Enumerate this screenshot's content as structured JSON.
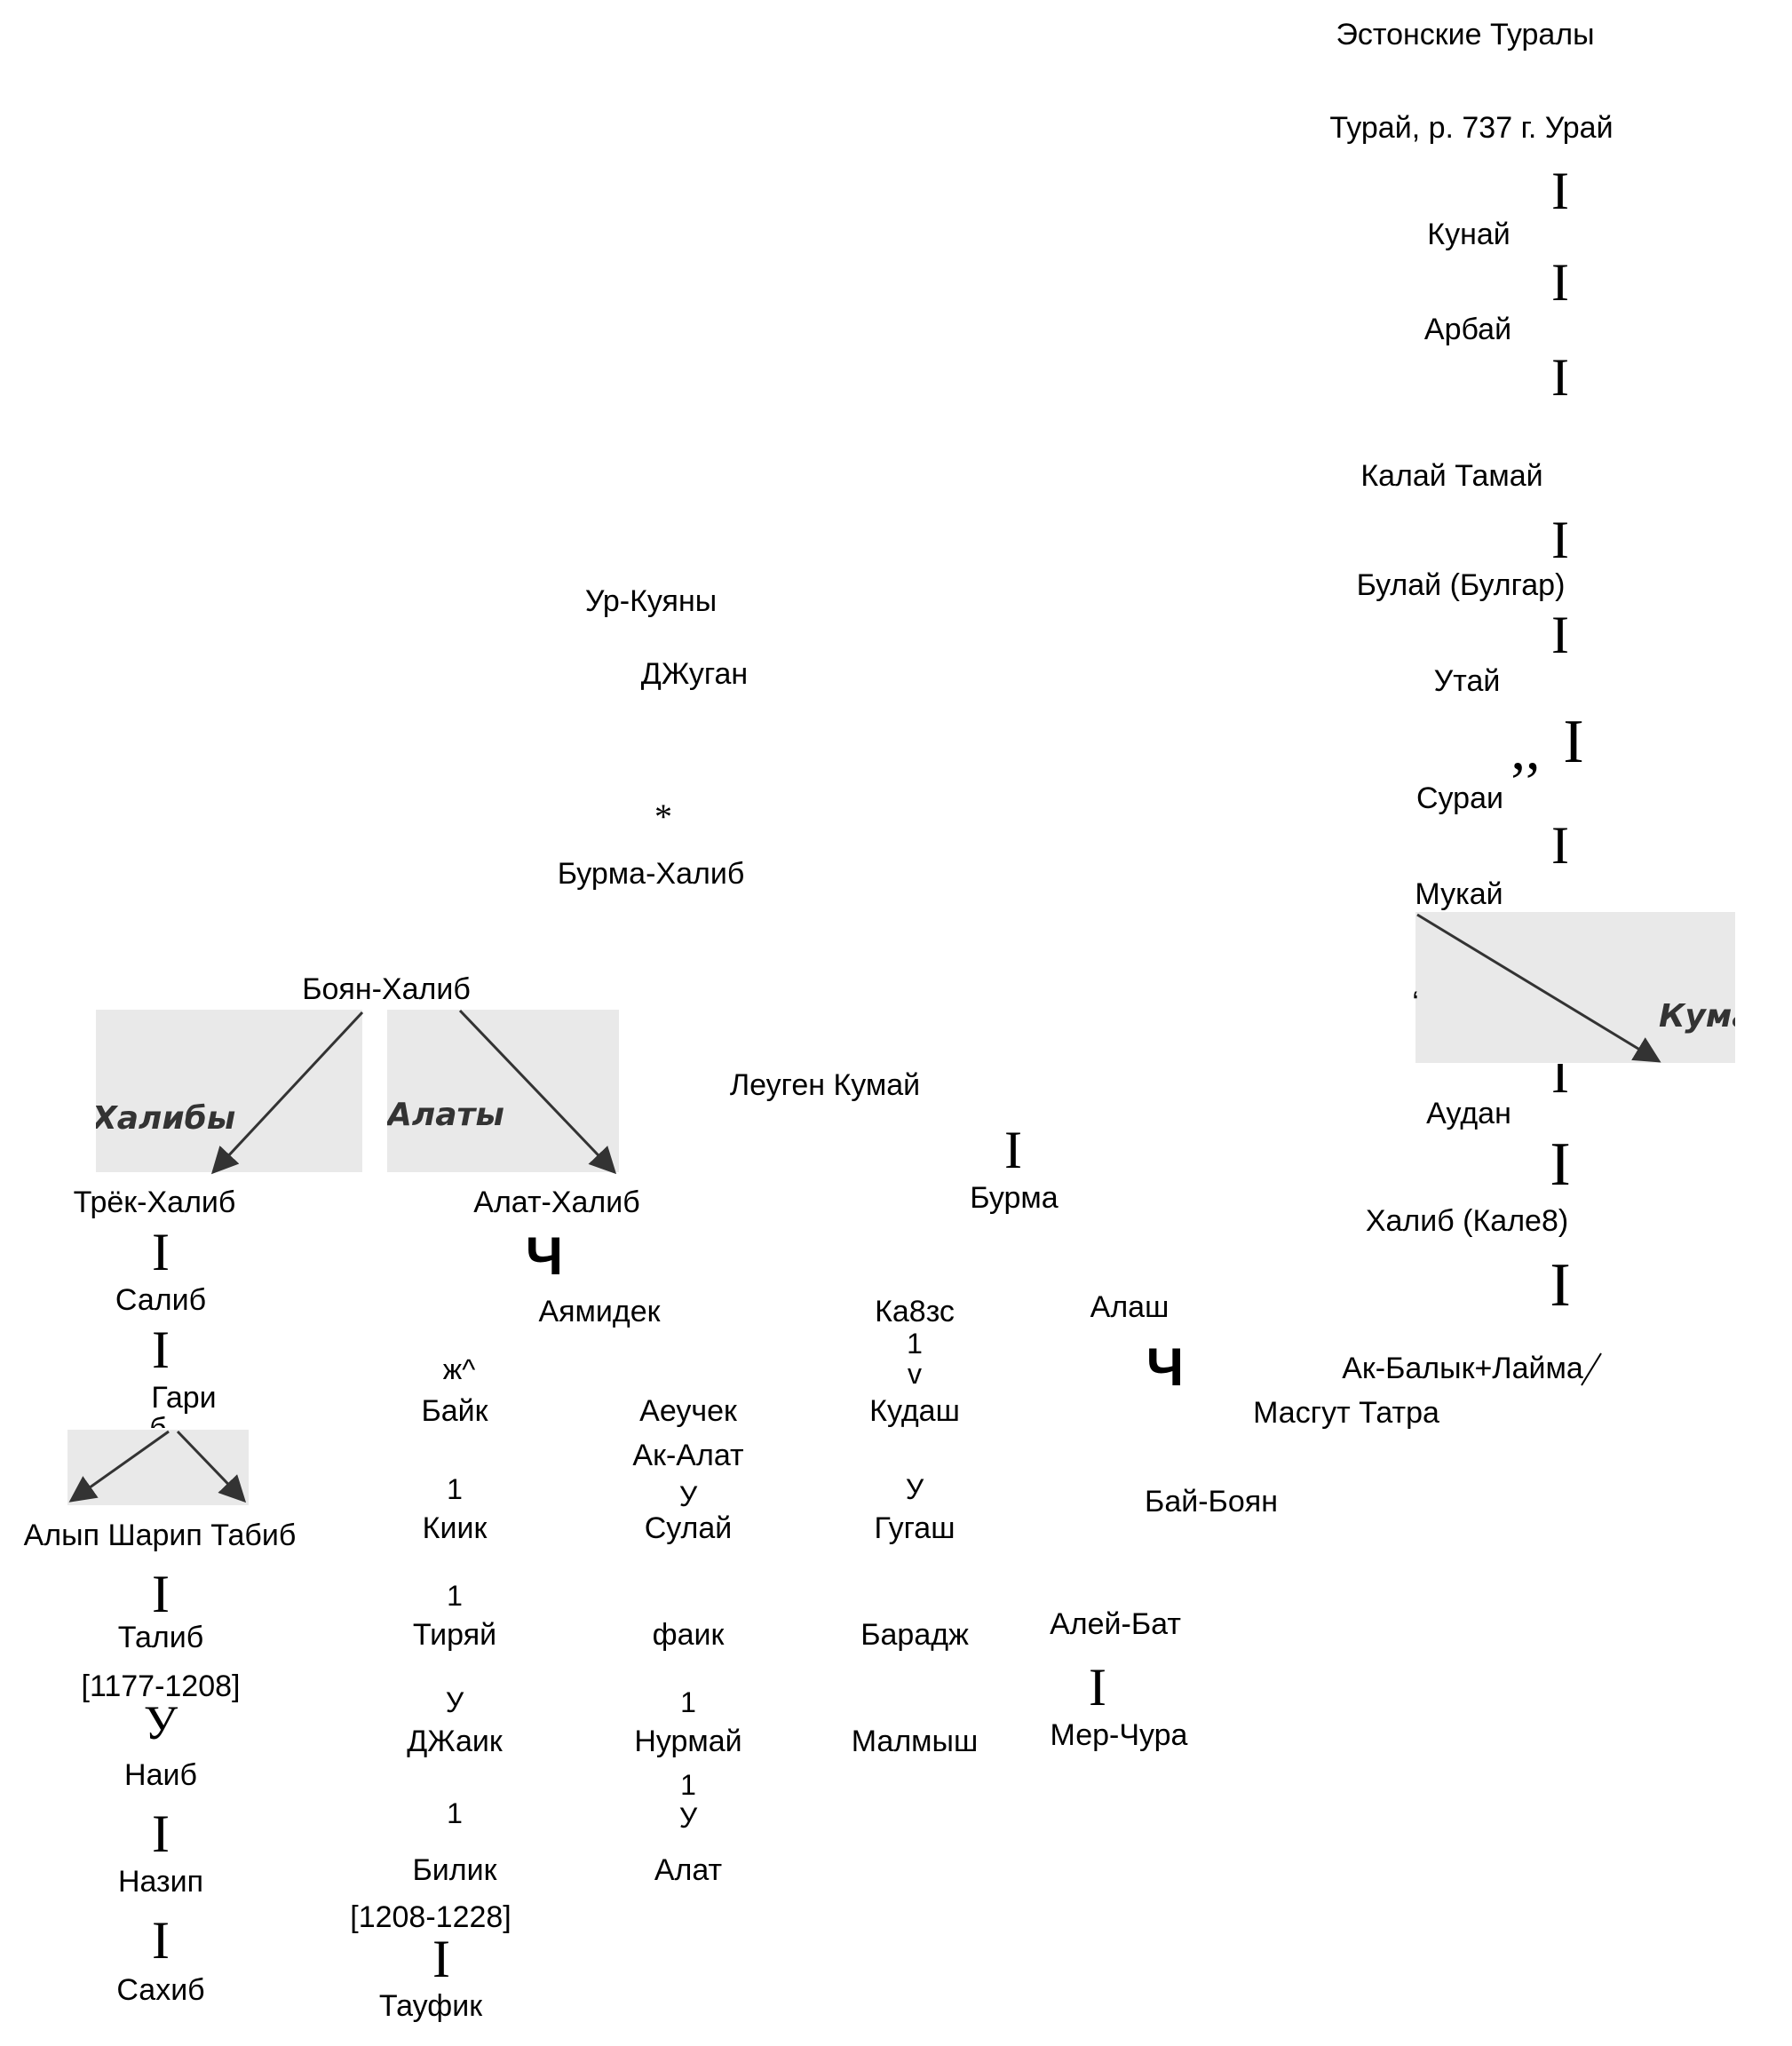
{
  "nodes": {
    "estonian_turaly": "Эстонские Туралы",
    "turai": "Турай, р. 737 г. Урай",
    "kunai": "Кунай",
    "arbai": "Арбай",
    "kalai_tamai": "Калай Тамай",
    "bulai": "Булай (Булгар)",
    "utai": "Утай",
    "surai": "Сураи",
    "mukai": "Мукай",
    "audan": "Аудан",
    "khalib_kale": "Халиб (Кале8)",
    "ak_balyk": "Ак-Балык+Лайма",
    "masgut_tatra": "Масгут Татра",
    "ur_kuyany": "Ур-Куяны",
    "dzhugan": "ДЖуган",
    "asterisk": "*",
    "burma_khalib": "Бурма-Халиб",
    "boyan_khalib": "Боян-Халиб",
    "leugen_kumai": "Леуген Кумай",
    "burma": "Бурма",
    "trek_khalib": "Трёк-Халиб",
    "alat_khalib": "Алат-Халиб",
    "salib": "Салиб",
    "garib_1": "Гари",
    "garib_2": "б",
    "alyp_sharip_tabib": "Алып Шарип Табиб",
    "talib": "Талиб",
    "talib_years": "[1177-1208]",
    "naib": "Наиб",
    "nazip": "Назип",
    "sakhib": "Сахиб",
    "ayamidek": "Аямидек",
    "zh_mark": "ж^",
    "baik": "Байк",
    "kiik": "Киик",
    "tiryai": "Тиряй",
    "dzhaik": "ДЖаик",
    "bilik": "Билик",
    "bilik_years": "[1208-1228]",
    "taufik": "Тауфик",
    "aeuchek": "Аеучек",
    "ak_alat": "Ак-Алат",
    "sulai": "Сулай",
    "faik": "фаик",
    "nurmai": "Нурмай",
    "alat": "Алат",
    "ka8zs": "Ка8зс",
    "kudash": "Кудаш",
    "gugash": "Гугаш",
    "baradzh": "Барадж",
    "malmysh": "Малмыш",
    "alash": "Алаш",
    "bai_boyan": "Бай-Боян",
    "alei_bat": "Алей-Бат",
    "mer_chura": "Мер-Чура"
  },
  "connectors": {
    "bar": "I",
    "one": "1",
    "u": "У",
    "v": "v",
    "che": "Ч",
    "commas": ",,",
    "quote": "‘"
  },
  "panels": {
    "khaliby": "Халибы",
    "alaty": "Алаты",
    "kumai": "Кумаи"
  }
}
